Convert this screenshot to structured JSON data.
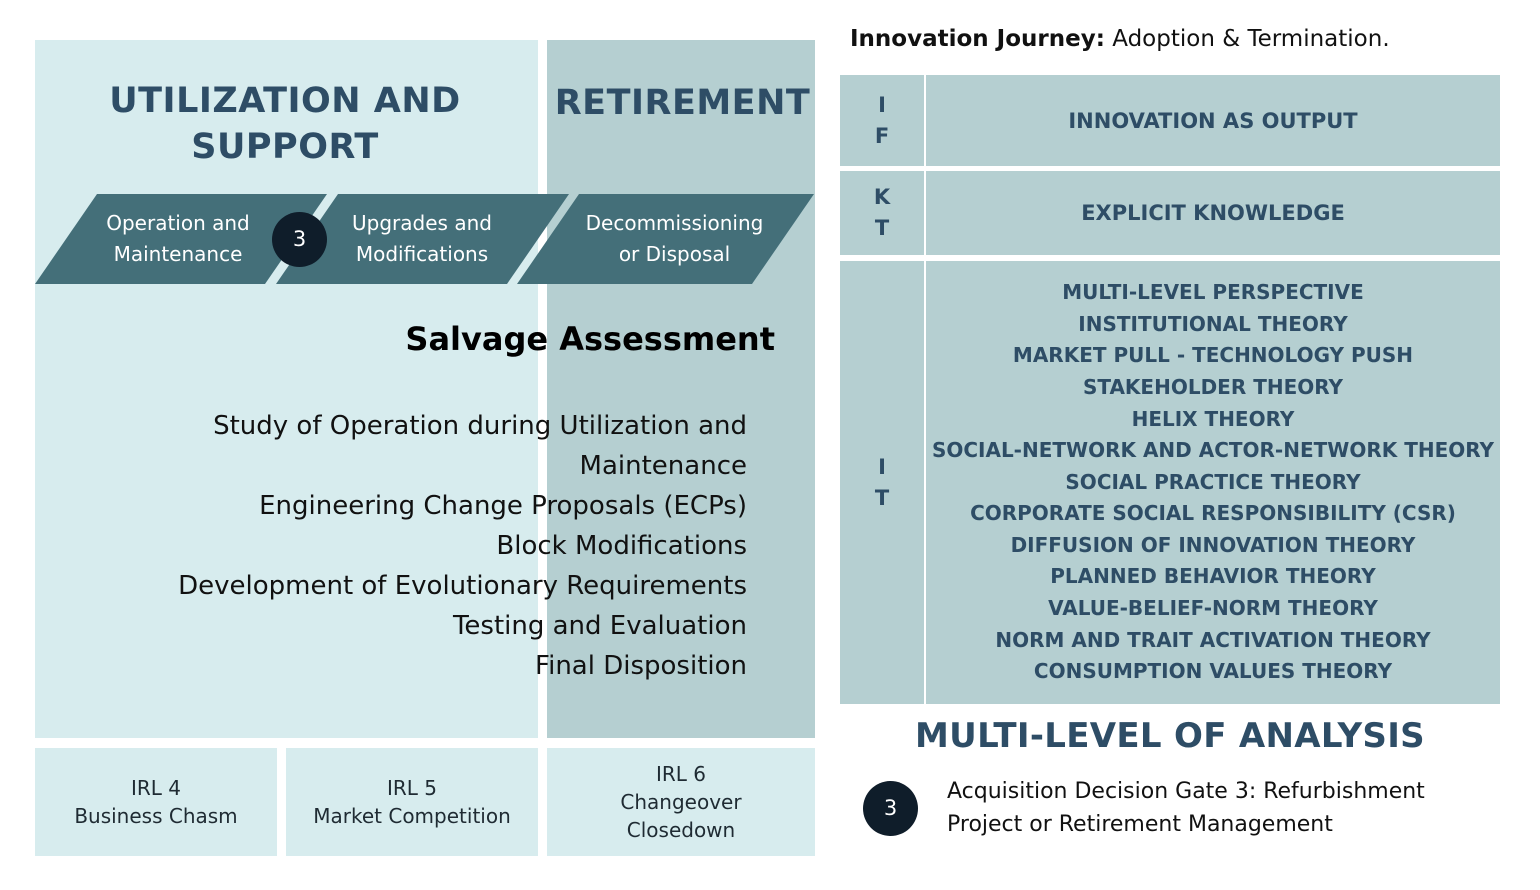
{
  "phases": {
    "utilization_title_line1": "UTILIZATION AND",
    "utilization_title_line2": "SUPPORT",
    "retirement_title": "RETIREMENT"
  },
  "stages": [
    {
      "line1": "Operation and",
      "line2": "Maintenance"
    },
    {
      "line1": "Upgrades and",
      "line2": "Modifications"
    },
    {
      "line1": "Decommissioning",
      "line2": "or Disposal"
    }
  ],
  "gate_number": "3",
  "salvage": {
    "title": "Salvage Assessment",
    "items": [
      "Study of Operation during Utilization and",
      "Maintenance",
      "Engineering Change Proposals (ECPs)",
      "Block Modifications",
      "Development of Evolutionary Requirements",
      "Testing and Evaluation",
      "Final Disposition"
    ]
  },
  "irl": [
    {
      "line1": "IRL 4",
      "line2": "Business Chasm"
    },
    {
      "line1": "IRL 5",
      "line2": "Market Competition"
    },
    {
      "line1": "IRL 6",
      "line2": "Changeover",
      "line3": "Closedown"
    }
  ],
  "journey": {
    "label_bold": "Innovation Journey:",
    "label_rest": " Adoption & Termination."
  },
  "rows": {
    "if": {
      "letters": [
        "I",
        "F"
      ],
      "content": "INNOVATION AS OUTPUT"
    },
    "kt": {
      "letters": [
        "K",
        "T"
      ],
      "content": "EXPLICIT KNOWLEDGE"
    },
    "it": {
      "letters": [
        "I",
        "T"
      ]
    }
  },
  "theories": [
    "MULTI-LEVEL PERSPECTIVE",
    "INSTITUTIONAL THEORY",
    "MARKET PULL - TECHNOLOGY PUSH",
    "STAKEHOLDER THEORY",
    "HELIX THEORY",
    "SOCIAL-NETWORK AND ACTOR-NETWORK THEORY",
    "SOCIAL PRACTICE THEORY",
    "CORPORATE SOCIAL RESPONSIBILITY (CSR)",
    "DIFFUSION OF INNOVATION THEORY",
    "PLANNED BEHAVIOR THEORY",
    "VALUE-BELIEF-NORM THEORY",
    "NORM AND TRAIT ACTIVATION THEORY",
    "CONSUMPTION VALUES THEORY"
  ],
  "analysis_title": "MULTI-LEVEL OF ANALYSIS",
  "gate_description": {
    "line1": "Acquisition Decision Gate 3: Refurbishment",
    "line2": "Project or Retirement Management"
  },
  "colors": {
    "light_panel": "#d7ecee",
    "dark_panel": "#b5cfd1",
    "chevron": "#446f79",
    "title_text": "#2e4d66",
    "circle": "#0f1d2a"
  }
}
